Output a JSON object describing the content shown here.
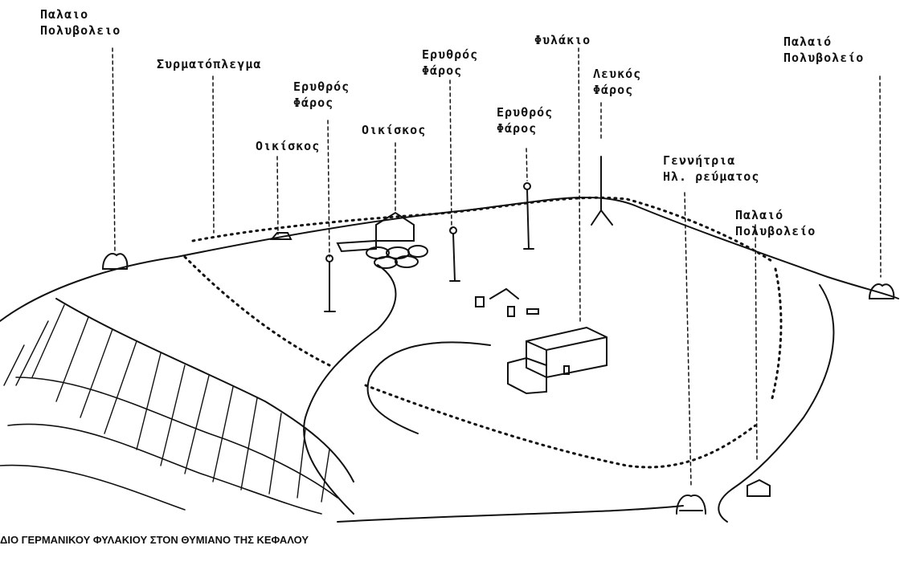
{
  "labels": {
    "old_bunker_left": [
      "Παλαιο",
      "Πολυβολειο"
    ],
    "barbed_wire": "Συρματόπλεγμα",
    "red_light_1": [
      "Ερυθρός",
      "Φάρος"
    ],
    "small_house_1": "Οικίσκος",
    "small_house_2": "Οικίσκος",
    "red_light_2": [
      "Ερυθρός",
      "Φάρος"
    ],
    "red_light_3": [
      "Ερυθρός",
      "Φάρος"
    ],
    "guard_post": "Φυλάκιο",
    "white_light": [
      "Λευκός",
      "Φάρος"
    ],
    "generator": [
      "Γεννήτρια",
      "Ηλ. ρεύματος"
    ],
    "old_bunker_right_top": [
      "Παλαιό",
      "Πολυβολείο"
    ],
    "old_bunker_right": [
      "Παλαιό",
      "Πολυβολείο"
    ]
  },
  "caption": "ΔΙΟ ΓΕΡΜΑΝΙΚΟΥ ΦΥΛΑΚΙΟΥ ΣΤΟΝ ΘΥΜΙΑΝΟ ΤΗΣ ΚΕΦΑΛΟΥ"
}
